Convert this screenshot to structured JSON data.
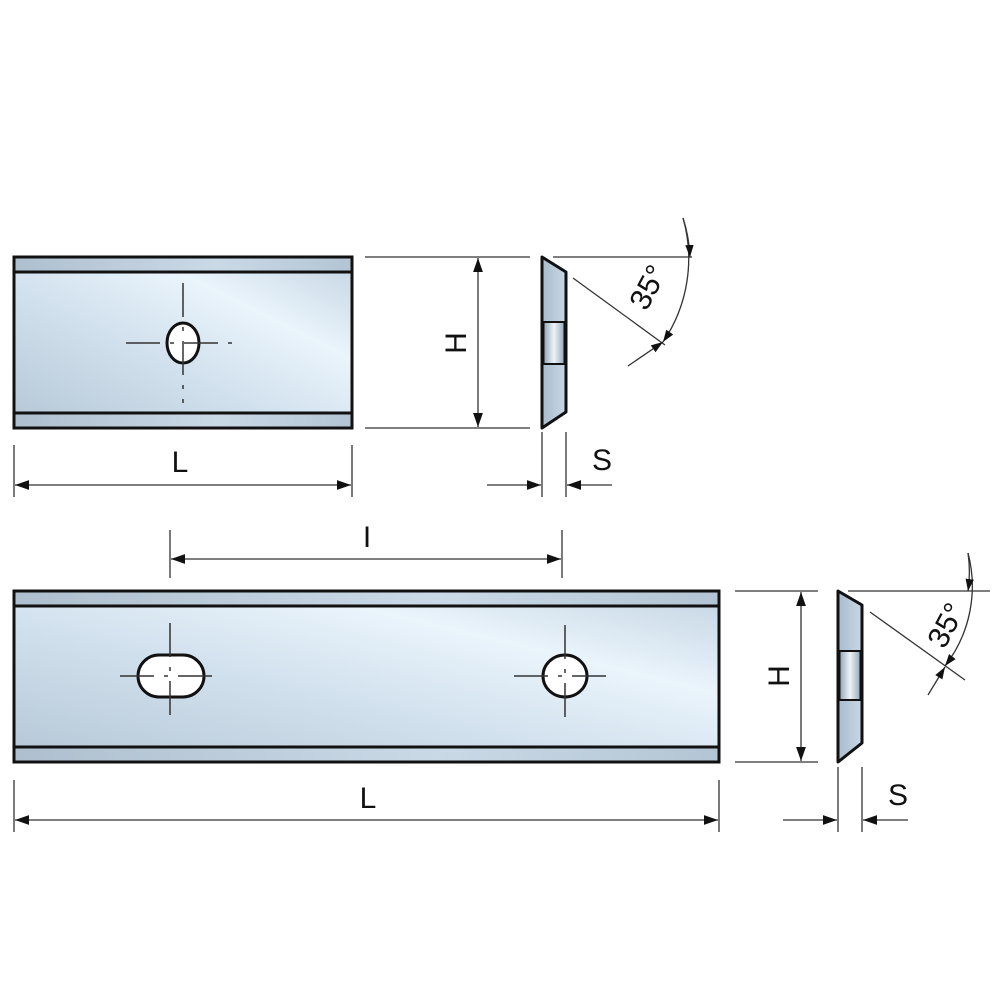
{
  "title": "Reversible planer knife insert dimensions",
  "colors": {
    "steel_light": "#e6f1f9",
    "steel_mid": "#c5d6e4",
    "steel_dark": "#a7bacb",
    "outline": "#111111"
  },
  "blade_single_hole": {
    "length_label": "L",
    "height_label": "H",
    "thickness_label": "S",
    "angle_label": "35°"
  },
  "blade_two_holes": {
    "hole_spacing_label": "I",
    "length_label": "L",
    "height_label": "H",
    "thickness_label": "S",
    "angle_label": "35°"
  }
}
